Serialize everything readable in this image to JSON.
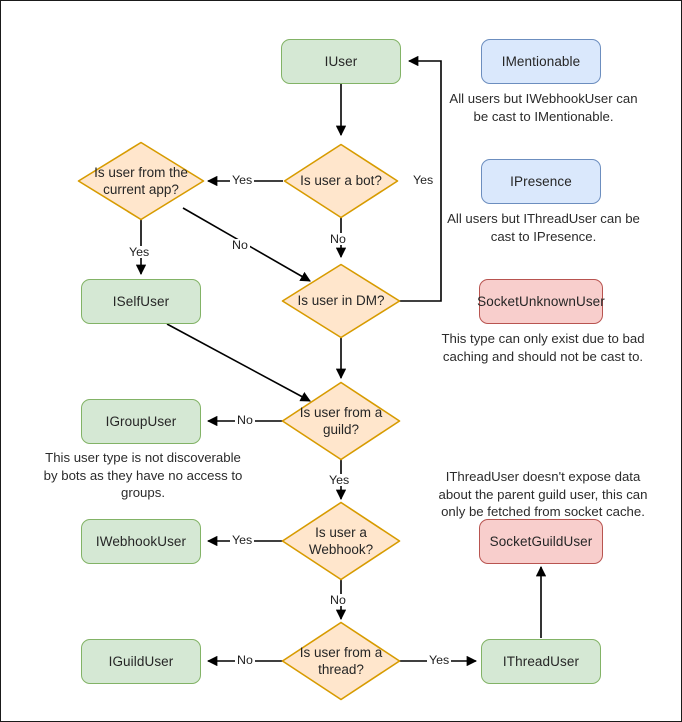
{
  "diagram": {
    "title": "Discord.Net user type casting decision flowchart",
    "colors": {
      "green_fill": "#d5e8d4",
      "green_stroke": "#82b366",
      "blue_fill": "#dae8fc",
      "blue_stroke": "#6c8ebf",
      "red_fill": "#f8cecc",
      "red_stroke": "#b85450",
      "diamond_fill": "#ffe6cc",
      "diamond_stroke": "#d79b00",
      "edge_stroke": "#000000",
      "canvas_border": "#1a1a1a"
    }
  },
  "nodes": {
    "iuser": "IUser",
    "is_user_a_bot": "Is user a bot?",
    "is_user_from_current_app": "Is user from the current app?",
    "iselfuser": "ISelfUser",
    "is_user_in_dm": "Is user in DM?",
    "is_user_from_guild": "Is user from a guild?",
    "igroupuser": "IGroupUser",
    "is_user_a_webhook": "Is user a Webhook?",
    "iwebhookuser": "IWebhookUser",
    "is_user_from_thread": "Is user from a thread?",
    "iguilduser": "IGuildUser",
    "ithreaduser": "IThreadUser",
    "imentionable": "IMentionable",
    "ipresence": "IPresence",
    "socketunknownuser": "SocketUnknownUser",
    "socketguilduser": "SocketGuildUser"
  },
  "notes": {
    "imentionable": "All users but IWebhookUser can be cast to IMentionable.",
    "ipresence": "All users but IThreadUser can be cast to IPresence.",
    "socketunknownuser": "This type can only exist due to bad caching and should not be cast to.",
    "igroupuser": "This user type is not discoverable by bots as they have no access to groups.",
    "socketguilduser": "IThreadUser doesn't expose data about the parent guild user, this can only be fetched from socket cache."
  },
  "edge_labels": {
    "bot_yes": "Yes",
    "bot_no": "No",
    "dm_yes": "Yes",
    "app_yes": "Yes",
    "app_no": "No",
    "guild_no": "No",
    "guild_yes": "Yes",
    "webhook_yes": "Yes",
    "webhook_no": "No",
    "thread_no": "No",
    "thread_yes": "Yes"
  }
}
